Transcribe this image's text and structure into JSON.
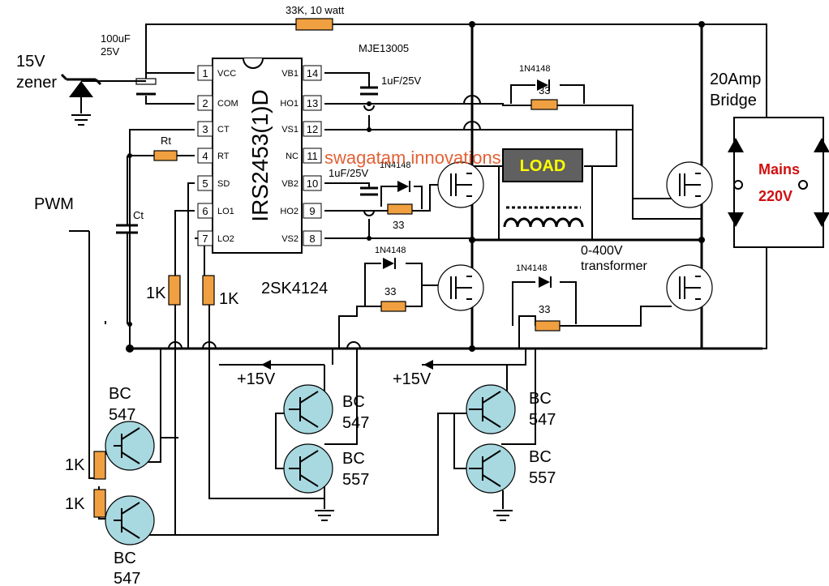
{
  "labels": {
    "resistor_33k": "33K, 10 watt",
    "cap_100uf": "100uF",
    "cap_100uf_v": "25V",
    "zener": "15V",
    "zener2": "zener",
    "mje": "MJE13005",
    "bridge1": "20Amp",
    "bridge2": "Bridge",
    "mains1": "Mains",
    "mains2": "220V",
    "ic_name": "IRS2453(1)D",
    "rt": "Rt",
    "ct": "Ct",
    "pwm": "PWM",
    "cap_1uf_a": "1uF/25V",
    "cap_1uf_b": "1uF/25V",
    "diode_a": "1N4148",
    "diode_b": "1N4148",
    "diode_c": "1N4148",
    "diode_d": "1N4148",
    "r33_a": "33",
    "r33_b": "33",
    "r33_c": "33",
    "r33_d": "33",
    "watermark": "swagatam innovations",
    "load": "LOAD",
    "transformer1": "0-400V",
    "transformer2": "transformer",
    "mosfet": "2SK4124",
    "r1k_a": "1K",
    "r1k_b": "1K",
    "r1k_c": "1K",
    "r1k_d": "1K",
    "v15_a": "+15V",
    "v15_b": "+15V",
    "bc547": "BC",
    "bc547n": "547",
    "bc557n": "557"
  },
  "ic_pins_left": [
    {
      "num": "1",
      "name": "VCC"
    },
    {
      "num": "2",
      "name": "COM"
    },
    {
      "num": "3",
      "name": "CT"
    },
    {
      "num": "4",
      "name": "RT"
    },
    {
      "num": "5",
      "name": "SD"
    },
    {
      "num": "6",
      "name": "LO1"
    },
    {
      "num": "7",
      "name": "LO2"
    }
  ],
  "ic_pins_right": [
    {
      "num": "14",
      "name": "VB1"
    },
    {
      "num": "13",
      "name": "HO1"
    },
    {
      "num": "12",
      "name": "VS1"
    },
    {
      "num": "11",
      "name": "NC"
    },
    {
      "num": "10",
      "name": "VB2"
    },
    {
      "num": "9",
      "name": "HO2"
    },
    {
      "num": "8",
      "name": "VS2"
    }
  ],
  "colors": {
    "resistor": "#f0a040",
    "transistor": "#a8d8e0",
    "load_box": "#606060",
    "load_text": "#ffff00",
    "accent_red": "#d01010"
  }
}
